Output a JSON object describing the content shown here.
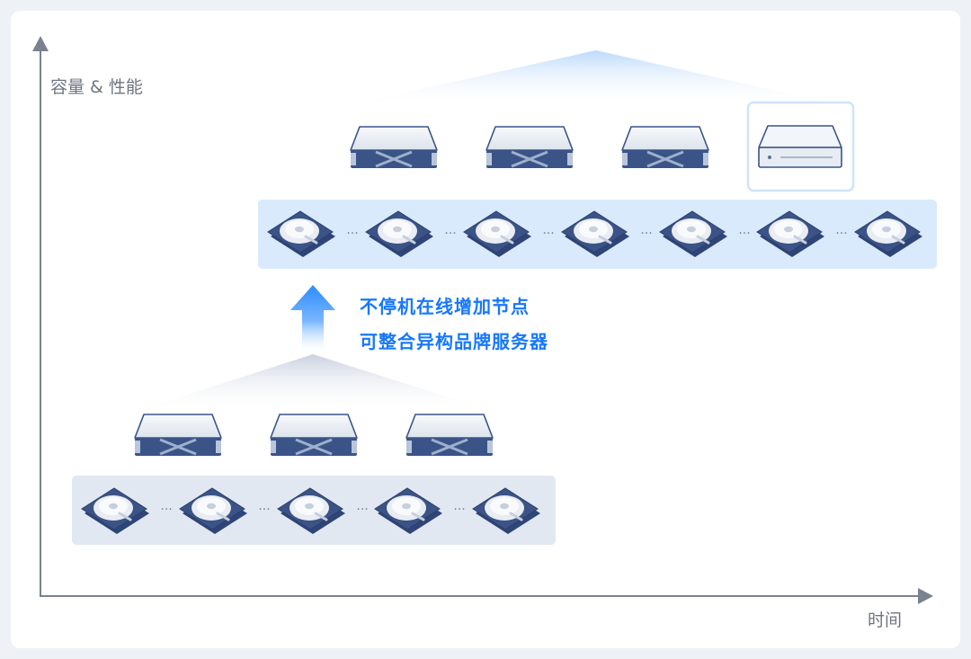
{
  "axes": {
    "y_label": "容量 & 性能",
    "x_label": "时间"
  },
  "annotation": {
    "line1": "不停机在线增加节点",
    "line2": "可整合异构品牌服务器"
  },
  "before": {
    "servers": [
      "server-icon",
      "server-icon",
      "server-icon"
    ],
    "disks": [
      "disk-icon",
      "disk-icon",
      "disk-icon",
      "disk-icon",
      "disk-icon"
    ]
  },
  "after": {
    "servers": [
      "server-icon",
      "server-icon",
      "server-icon",
      "heterogeneous-server-icon"
    ],
    "disks": [
      "disk-icon",
      "disk-icon",
      "disk-icon",
      "disk-icon",
      "disk-icon",
      "disk-icon",
      "disk-icon"
    ]
  },
  "ellipsis": "···",
  "colors": {
    "accent": "#1677ff",
    "server_dark": "#3a5488",
    "disk_dark": "#2f4577",
    "after_pool_bg": "#d9eafd",
    "before_pool_bg": "#e2e8f1",
    "axis": "#7a8190"
  }
}
